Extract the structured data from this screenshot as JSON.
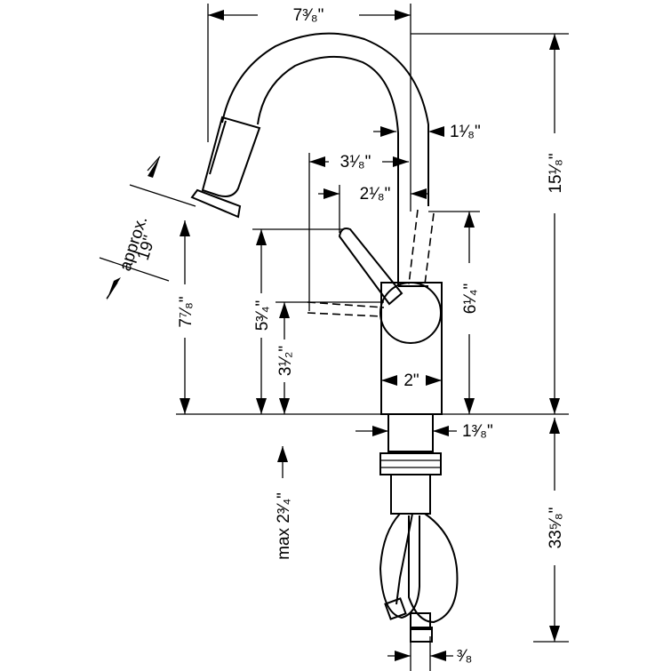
{
  "dimensions": {
    "top_width": "7³⁄₈\"",
    "spout_diameter": "1¹⁄₈\"",
    "lever_reach": "3¹⁄₈\"",
    "lever_offset": "2¹⁄₈\"",
    "approx_reach_word": "approx.",
    "approx_reach_value": "19\"",
    "spray_height": "7⁷⁄₈\"",
    "lever_height": "5³⁄₄\"",
    "lever_pivot_height": "3¹⁄₂\"",
    "body_height": "6¹⁄₄\"",
    "body_width": "2\"",
    "overall_height": "15¹⁄₈\"",
    "shank_diameter": "1³⁄₈\"",
    "max_deck": "max 2³⁄₄\"",
    "hose_length": "33⁵⁄₈\"",
    "connection": "³⁄₈"
  }
}
